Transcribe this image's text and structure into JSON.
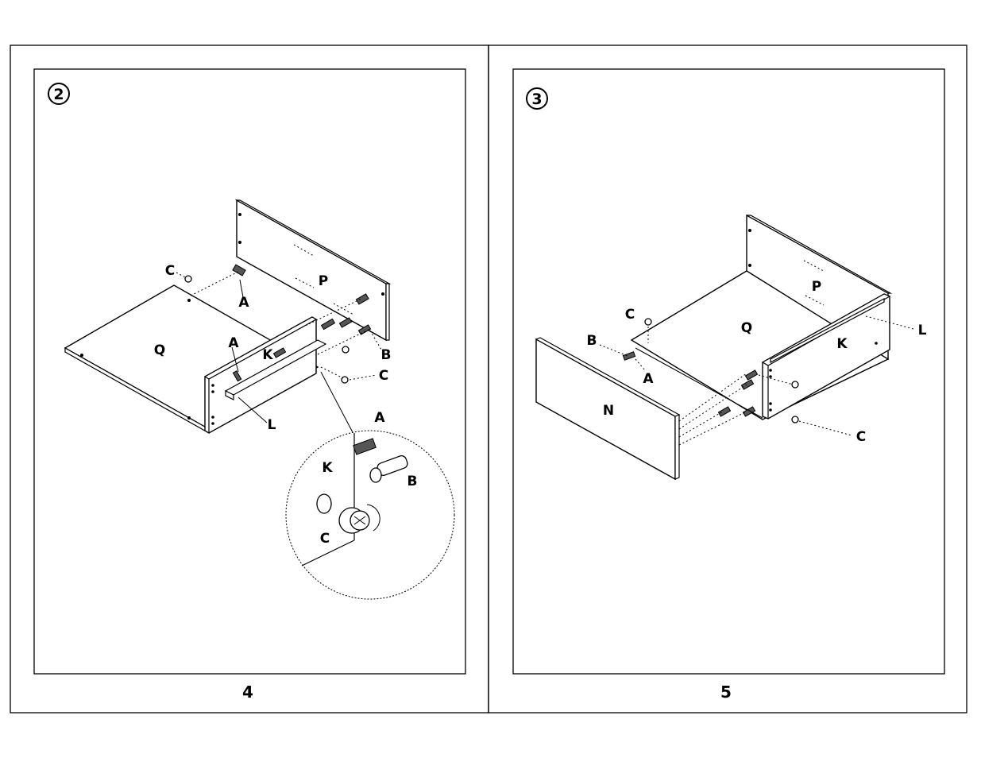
{
  "left_page": {
    "step_number": "2",
    "page_number": "4",
    "labels": {
      "Q": "Q",
      "P": "P",
      "K": "K",
      "L": "L",
      "A_top": "A",
      "A_mid": "A",
      "C_top": "C",
      "B": "B",
      "C_right": "C"
    },
    "detail": {
      "K": "K",
      "A": "A",
      "B": "B",
      "C": "C"
    }
  },
  "right_page": {
    "step_number": "3",
    "page_number": "5",
    "labels": {
      "C_top": "C",
      "B": "B",
      "A": "A",
      "Q": "Q",
      "P": "P",
      "K": "K",
      "L": "L",
      "N": "N",
      "C_bottom": "C"
    }
  }
}
